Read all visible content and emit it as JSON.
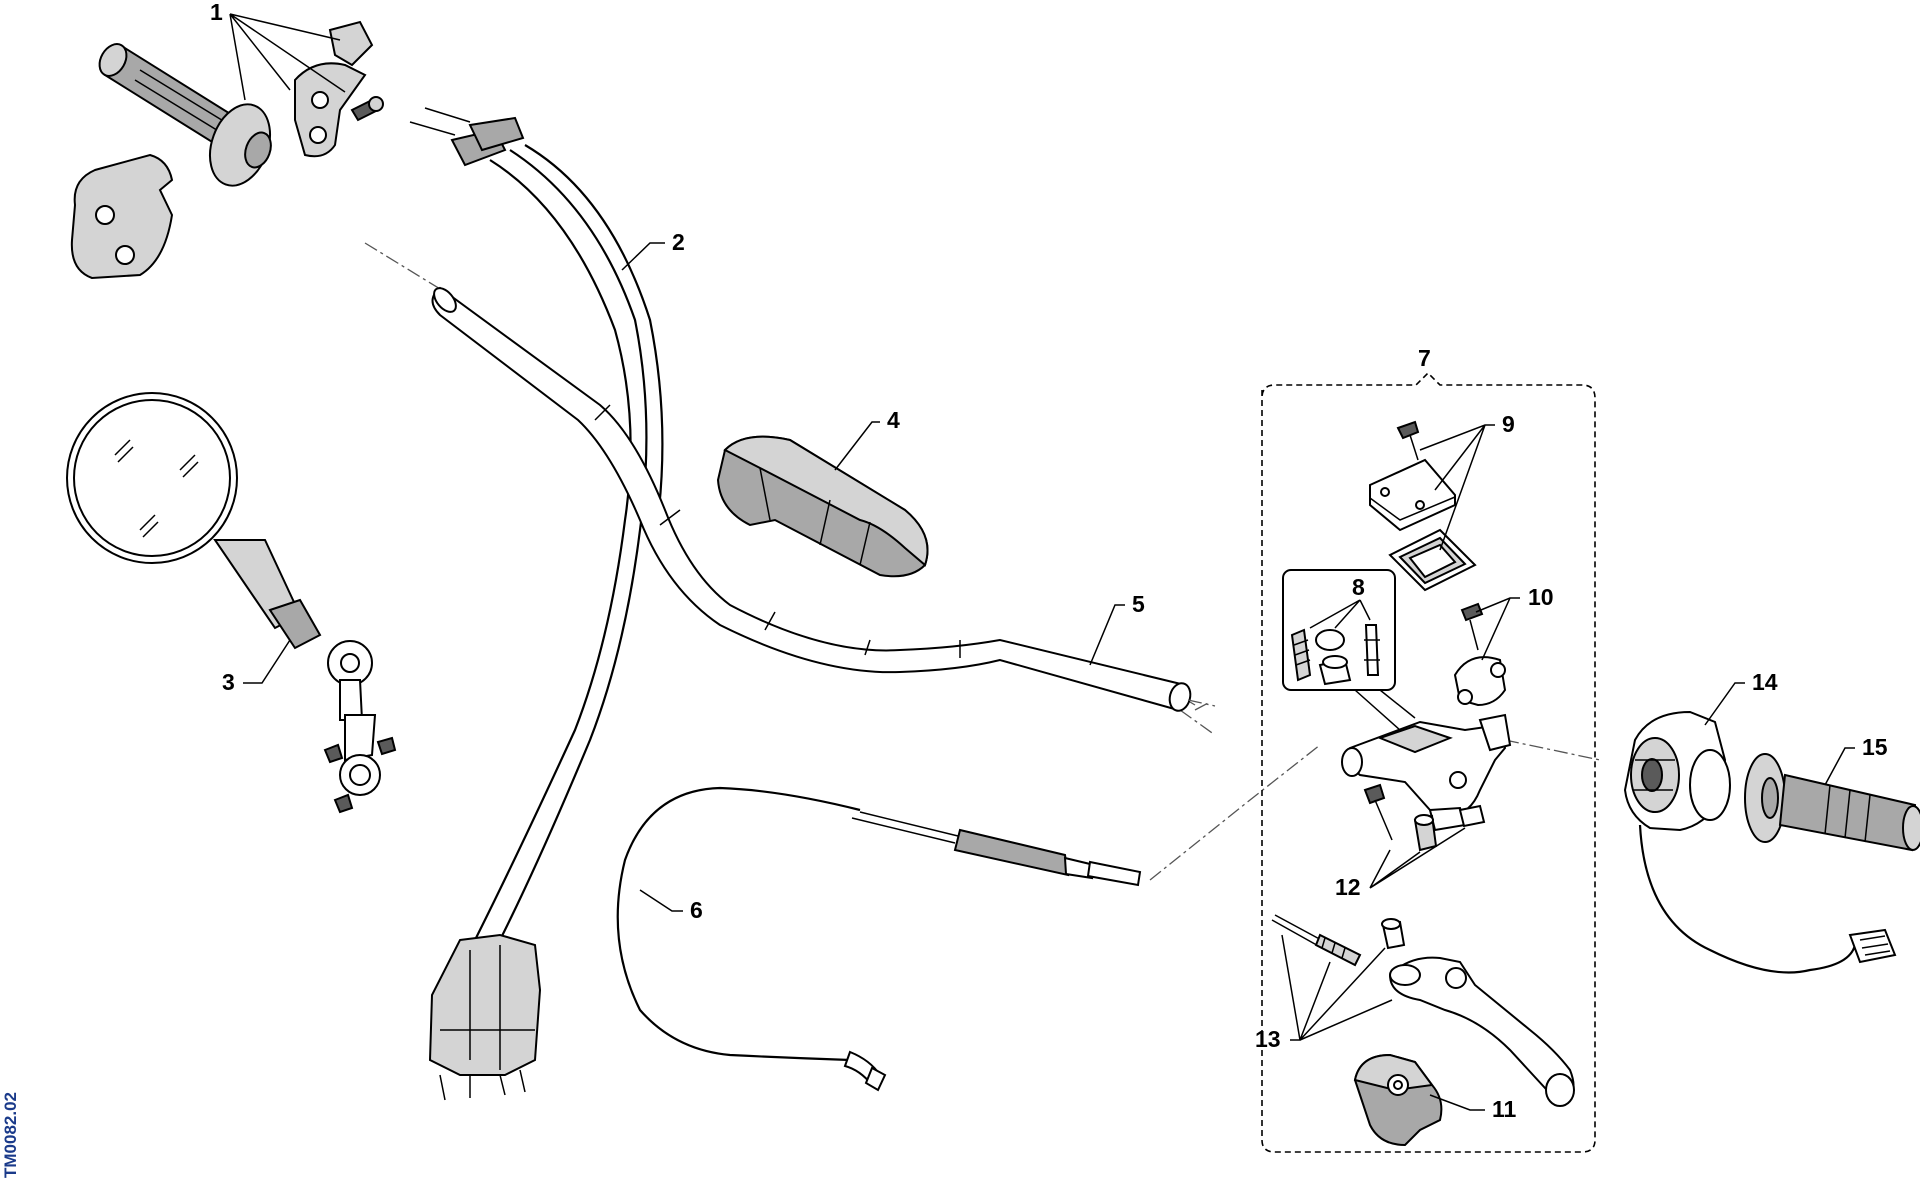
{
  "drawing_code": "TM0082.02",
  "callouts": [
    {
      "id": "1",
      "text": "1"
    },
    {
      "id": "2",
      "text": "2"
    },
    {
      "id": "3",
      "text": "3"
    },
    {
      "id": "4",
      "text": "4"
    },
    {
      "id": "5",
      "text": "5"
    },
    {
      "id": "6",
      "text": "6"
    },
    {
      "id": "7",
      "text": "7"
    },
    {
      "id": "8",
      "text": "8"
    },
    {
      "id": "9",
      "text": "9"
    },
    {
      "id": "10",
      "text": "10"
    },
    {
      "id": "11",
      "text": "11"
    },
    {
      "id": "12",
      "text": "12"
    },
    {
      "id": "13",
      "text": "13"
    },
    {
      "id": "14",
      "text": "14"
    },
    {
      "id": "15",
      "text": "15"
    }
  ]
}
